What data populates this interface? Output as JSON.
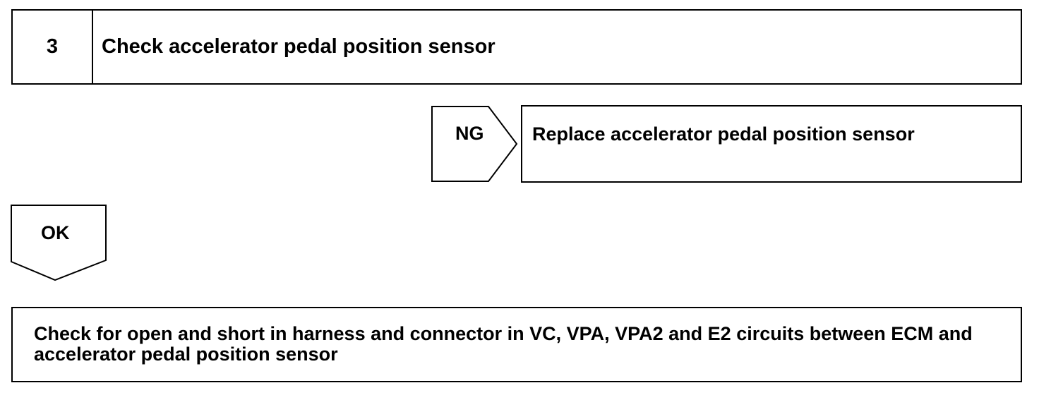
{
  "step": {
    "number": "3",
    "title": "Check accelerator pedal position sensor"
  },
  "ng_branch": {
    "label": "NG",
    "action": "Replace accelerator pedal position sensor"
  },
  "ok_branch": {
    "label": "OK",
    "action": "Check for open and short in harness and connector in VC, VPA, VPA2 and E2 circuits between ECM and accelerator pedal position sensor"
  },
  "colors": {
    "line": "#000000",
    "background": "#ffffff"
  }
}
